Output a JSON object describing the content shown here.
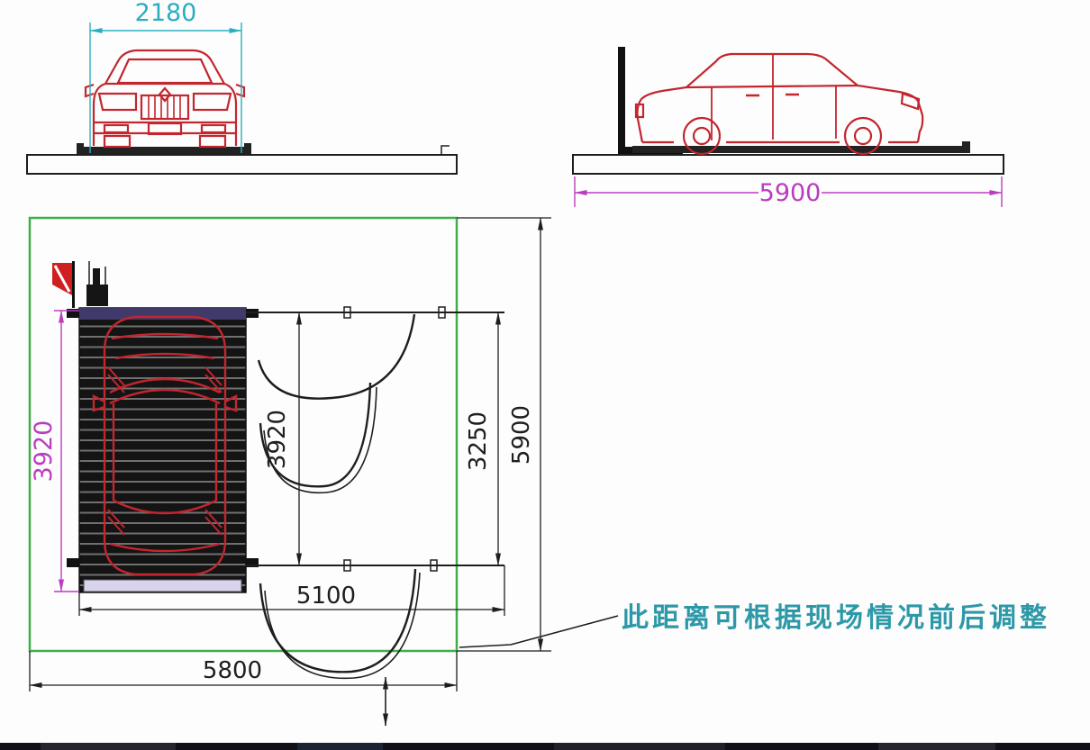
{
  "front_view": {
    "width_dim": "2180"
  },
  "side_view": {
    "length_dim": "5900"
  },
  "plan_view": {
    "platform_length_dim": "3920",
    "inner_length_dim": "3920",
    "clearance_dim": "3250",
    "overall_length_dim": "5900",
    "span_dim": "5100",
    "overall_width_dim": "5800"
  },
  "annotation": {
    "note": "此距离可根据现场情况前后调整"
  },
  "colors": {
    "dim-cyan": "#2aaec0",
    "dim-magenta": "#bb3cbe",
    "boundary-green": "#3fae49",
    "car-red": "#c2262e",
    "note-teal": "#2d99a8",
    "line-black": "#1e1e1e"
  }
}
